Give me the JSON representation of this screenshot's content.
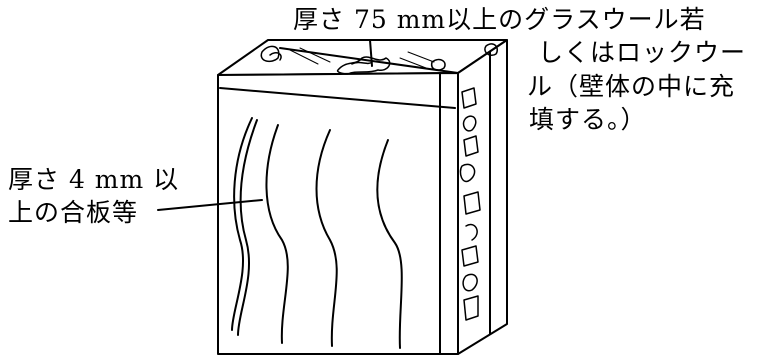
{
  "labels": {
    "insulation": {
      "line1": "厚さ 75 mm以上のグラスウール若",
      "line2": "しくはロックウー",
      "line3": "ル（壁体の中に充",
      "line4": "填する。）"
    },
    "plywood": {
      "line1": "厚さ 4 mm 以",
      "line2": "上の合板等"
    }
  },
  "colors": {
    "stroke": "#000000",
    "fill": "#ffffff"
  }
}
